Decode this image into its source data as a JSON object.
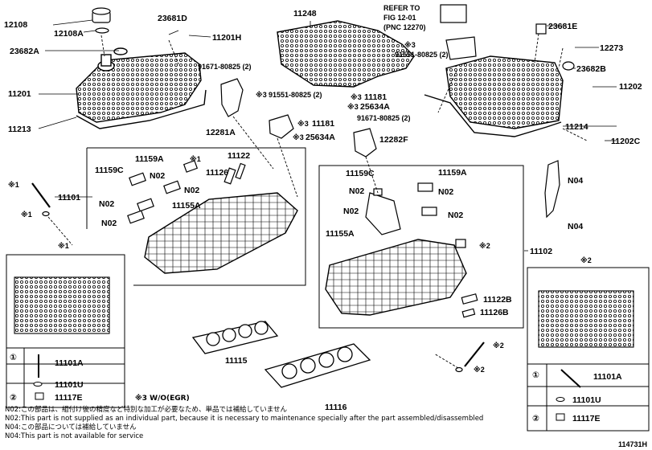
{
  "parts": {
    "p12108": "12108",
    "p12108A": "12108A",
    "p23681D": "23681D",
    "p11201H": "11201H",
    "p11248": "11248",
    "p23682A": "23682A",
    "p91671_L": "91671-80825 (2)",
    "p91551_L": "91551-80825 (2)",
    "p11201": "11201",
    "p12281A": "12281A",
    "p11181_L": "11181",
    "p25634A_L": "25634A",
    "p11213": "11213",
    "p11159A_L": "11159A",
    "p11159C_L": "11159C",
    "p11122": "11122",
    "p11126": "11126",
    "pN02_1": "N02",
    "pN02_2": "N02",
    "pN02_3": "N02",
    "pN02_4": "N02",
    "p11155A_L": "11155A",
    "p11101": "11101",
    "p23681E": "23681E",
    "p12273": "12273",
    "p91551_R": "91551-80825 (2)",
    "p23682B": "23682B",
    "p11202": "11202",
    "p11181_R": "11181",
    "p25634A_R": "25634A",
    "p91671_R": "91671-80825 (2)",
    "p12282F": "12282F",
    "p11214": "11214",
    "p11202C": "11202C",
    "p11159C_R": "11159C",
    "p11159A_R": "11159A",
    "pN02_5": "N02",
    "pN02_6": "N02",
    "pN02_7": "N02",
    "pN02_8": "N02",
    "pN04_1": "N04",
    "pN04_2": "N04",
    "p11155A_R": "11155A",
    "p11102": "11102",
    "p11122B": "11122B",
    "p11126B": "11126B",
    "p11115": "11115",
    "p11116": "11116",
    "p11101A_L": "11101A",
    "p11101U_L": "11101U",
    "p11117E_L": "11117E",
    "p11101A_R": "11101A",
    "p11101U_R": "11101U",
    "p11117E_R": "11117E"
  },
  "refer": {
    "line1": "REFER TO",
    "line2": "FIG 12-01",
    "line3": "(PNC 12270)"
  },
  "marks": {
    "m1": "※1",
    "m2": "※2",
    "m3": "※3",
    "c1": "①",
    "c2": "②"
  },
  "notes": {
    "n1": "N02:この部品は、組付け後の精度など特別な加工が必要なため、単品では補給していません",
    "n2": "N02:This part is not supplied as an individual part, because it is necessary to maintenance specially after the part assembled/disassembled",
    "n3": "N04:この部品については補給していません",
    "n4": "N04:This part is not available for service"
  },
  "egr": "※3 W/O(EGR)",
  "figure_code": "114731H"
}
